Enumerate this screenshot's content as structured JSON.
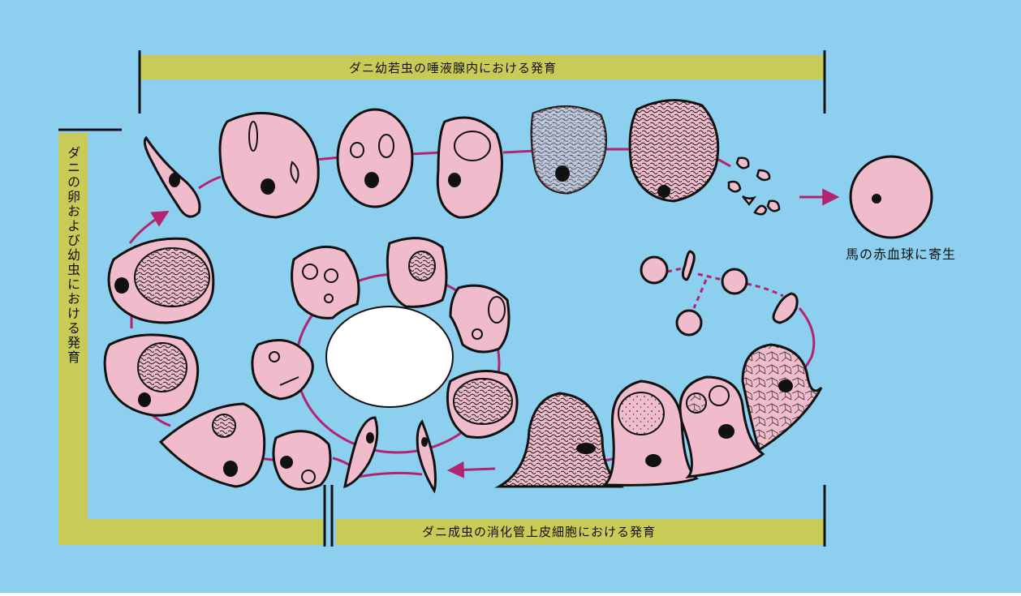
{
  "labels": {
    "top_band": "ダニ幼若虫の唾液腺内における発育",
    "bottom_band": "ダニ成虫の消化管上皮細胞における発育",
    "left_band": "ダニの卵および幼虫における発育",
    "host": "馬の赤血球に寄生"
  },
  "colors": {
    "background": "#8ccfee",
    "band": "#c9cb58",
    "cell_fill": "#f0bccb",
    "cycle_line": "#b4246e",
    "outline": "#1a1a1a"
  }
}
